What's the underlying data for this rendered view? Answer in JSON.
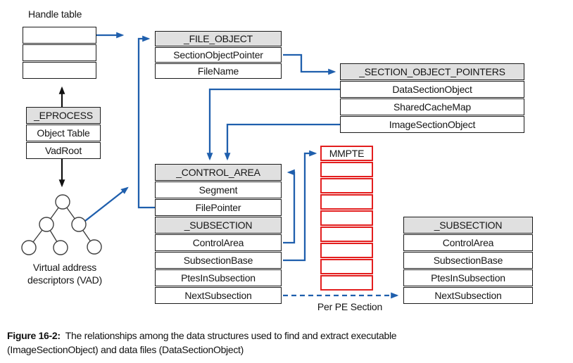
{
  "colors": {
    "arrow_blue": "#1f5fad",
    "mmpte_red": "#e31e1e",
    "header_gray": "#e0e0e0",
    "box_border": "#1a1a1a"
  },
  "labels": {
    "handle_table": "Handle table",
    "vad_line1": "Virtual address",
    "vad_line2": "descriptors (VAD)",
    "per_pe_section": "Per PE Section"
  },
  "tables": {
    "handle_table": {
      "empty_row_count": 3
    },
    "eprocess": {
      "header": "_EPROCESS",
      "rows": [
        "Object Table",
        "VadRoot"
      ]
    },
    "file_object": {
      "header": "_FILE_OBJECT",
      "rows": [
        "SectionObjectPointer",
        "FileName"
      ]
    },
    "section_object_pointers": {
      "header": "_SECTION_OBJECT_POINTERS",
      "rows": [
        "DataSectionObject",
        "SharedCacheMap",
        "ImageSectionObject"
      ]
    },
    "control_area": {
      "header": "_CONTROL_AREA",
      "rows": [
        "Segment",
        "FilePointer"
      ],
      "sub_header": "_SUBSECTION",
      "sub_rows": [
        "ControlArea",
        "SubsectionBase",
        "PtesInSubsection",
        "NextSubsection"
      ]
    },
    "mmpte": {
      "header": "MMPTE",
      "empty_row_count": 8
    },
    "subsection_right": {
      "header": "_SUBSECTION",
      "rows": [
        "ControlArea",
        "SubsectionBase",
        "PtesInSubsection",
        "NextSubsection"
      ]
    }
  },
  "caption": {
    "label": "Figure 16-2:",
    "line1": "The relationships among the data structures used to find and extract executable",
    "line2": "(ImageSectionObject) and data files (DataSectionObject)"
  }
}
